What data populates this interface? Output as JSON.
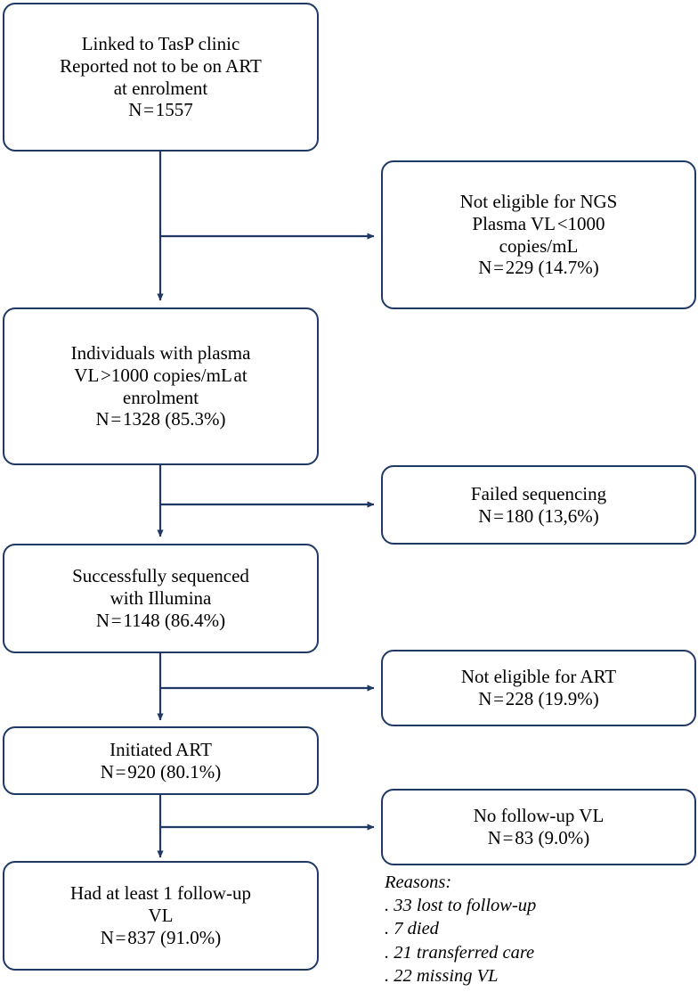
{
  "diagram": {
    "type": "flowchart",
    "title": "HIV TasP cohort study flow diagram",
    "accent_color": "#1f3864",
    "main_nodes": [
      {
        "id": "linked",
        "text": "Linked to TasP clinic\nReported not to be on ART\nat enrolment\nN = 1557"
      },
      {
        "id": "plasma-vl",
        "text": "Individuals with plasma\nVL >1000 copies/mL at\nenrolment\nN = 1328 (85.3%)"
      },
      {
        "id": "sequenced",
        "text": "Successfully sequenced\nwith Illumina\nN = 1148 (86.4%)"
      },
      {
        "id": "initiated-art",
        "text": "Initiated ART\nN = 920 (80.1%)"
      },
      {
        "id": "followup-vl",
        "text": "Had at least 1 follow-up\nVL\nN = 837 (91.0%)"
      }
    ],
    "side_nodes": [
      {
        "id": "not-eligible-ngs",
        "text": "Not eligible for NGS\nPlasma VL <1000\ncopies/mL\nN = 229 (14.7%)"
      },
      {
        "id": "failed-sequencing",
        "text": "Failed sequencing\nN = 180 (13,6%)"
      },
      {
        "id": "not-eligible-art",
        "text": "Not eligible for ART\nN = 228 (19.9%)"
      },
      {
        "id": "no-followup-vl",
        "text": "No follow-up VL\nN = 83 (9.0%)"
      }
    ],
    "reasons": {
      "text": "Reasons:\n. 33 lost to follow-up\n. 7 died\n. 21 transferred care\n. 22 missing VL"
    }
  }
}
